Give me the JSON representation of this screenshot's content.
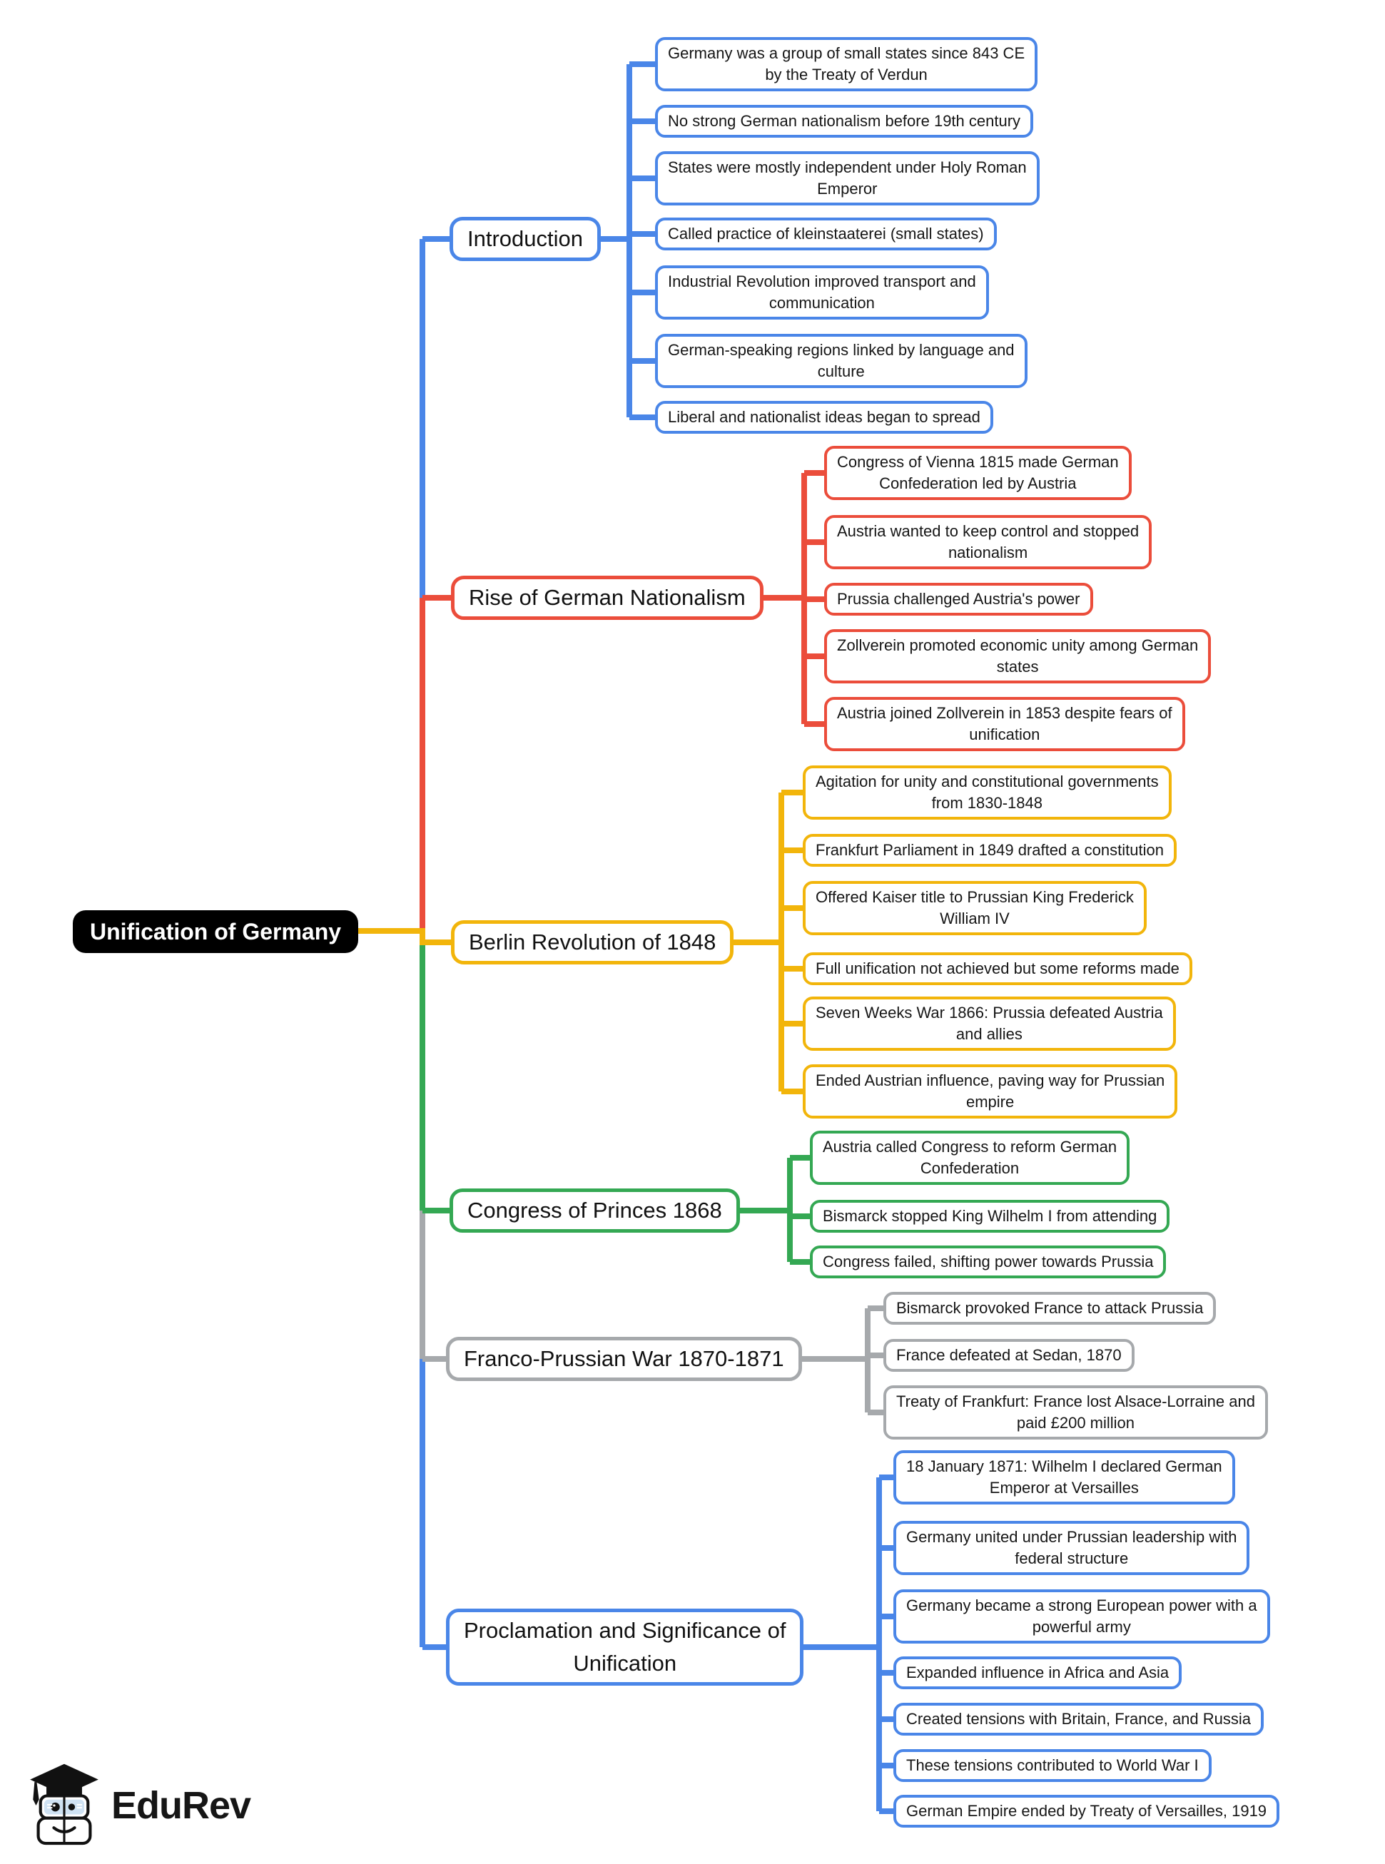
{
  "root": {
    "label": "Unification of Germany"
  },
  "colors": {
    "blue": "#4a86e8",
    "red": "#eb4d3b",
    "yellow": "#f2b50b",
    "green": "#34a853",
    "gray": "#a6a9ac",
    "root_bg": "#000000"
  },
  "branches": [
    {
      "label": "Introduction",
      "color": "#4a86e8",
      "children": [
        "Germany was a group of small states since 843 CE\nby the Treaty of Verdun",
        "No strong German nationalism before 19th century",
        "States were mostly independent under Holy Roman\nEmperor",
        "Called practice of kleinstaaterei (small states)",
        "Industrial Revolution improved transport and\ncommunication",
        "German-speaking regions linked by language and\nculture",
        "Liberal and nationalist ideas began to spread"
      ]
    },
    {
      "label": "Rise of German Nationalism",
      "color": "#eb4d3b",
      "children": [
        "Congress of Vienna 1815 made German\nConfederation led by Austria",
        "Austria wanted to keep control and stopped\nnationalism",
        "Prussia challenged Austria's power",
        "Zollverein promoted economic unity among German\nstates",
        "Austria joined Zollverein in 1853 despite fears of\nunification"
      ]
    },
    {
      "label": "Berlin Revolution of 1848",
      "color": "#f2b50b",
      "children": [
        "Agitation for unity and constitutional governments\nfrom 1830-1848",
        "Frankfurt Parliament in 1849 drafted a constitution",
        "Offered Kaiser title to Prussian King Frederick\nWilliam IV",
        "Full unification not achieved but some reforms made",
        "Seven Weeks War 1866: Prussia defeated Austria\nand allies",
        "Ended Austrian influence, paving way for Prussian\nempire"
      ]
    },
    {
      "label": "Congress of Princes 1868",
      "color": "#34a853",
      "children": [
        "Austria called Congress to reform German\nConfederation",
        "Bismarck stopped King Wilhelm I from attending",
        "Congress failed, shifting power towards Prussia"
      ]
    },
    {
      "label": "Franco-Prussian War 1870-1871",
      "color": "#a6a9ac",
      "children": [
        "Bismarck provoked France to attack Prussia",
        "France defeated at Sedan, 1870",
        "Treaty of Frankfurt: France lost Alsace-Lorraine and\npaid £200 million"
      ]
    },
    {
      "label": "Proclamation and Significance of\nUnification",
      "color": "#4a86e8",
      "children": [
        "18 January 1871: Wilhelm I declared German\nEmperor at Versailles",
        "Germany united under Prussian leadership with\nfederal structure",
        "Germany became a strong European power with a\npowerful army",
        "Expanded influence in Africa and Asia",
        "Created tensions with Britain, France, and Russia",
        "These tensions contributed to World War I",
        "German Empire ended by Treaty of Versailles, 1919"
      ]
    }
  ],
  "footer": {
    "brand": "EduRev"
  }
}
